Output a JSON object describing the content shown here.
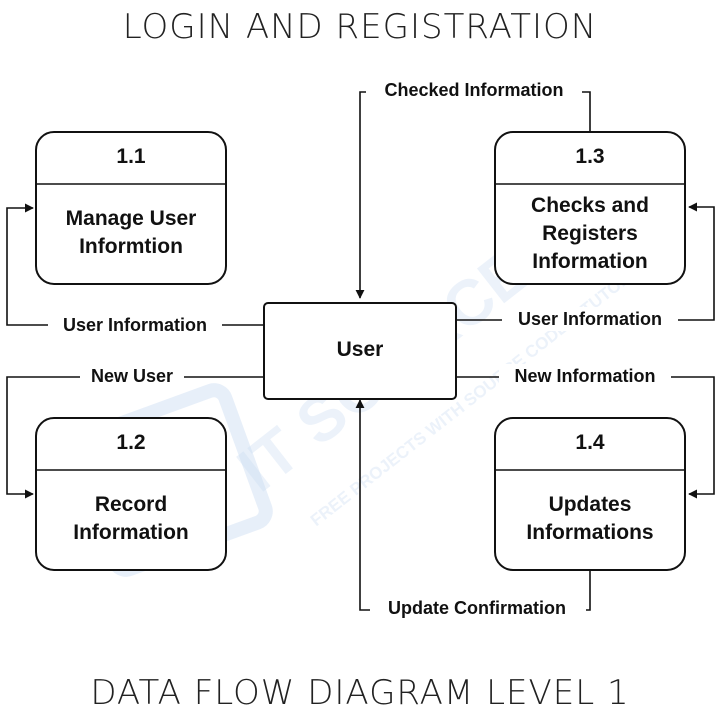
{
  "diagram": {
    "title": "LOGIN AND REGISTRATION",
    "footer": "DATA FLOW DIAGRAM LEVEL 1",
    "entity": {
      "label": "User"
    },
    "processes": [
      {
        "id": "1.1",
        "name_lines": [
          "Manage User",
          "Informtion"
        ]
      },
      {
        "id": "1.2",
        "name_lines": [
          "Record",
          "Information"
        ]
      },
      {
        "id": "1.3",
        "name_lines": [
          "Checks and",
          "Registers",
          "Information"
        ]
      },
      {
        "id": "1.4",
        "name_lines": [
          "Updates",
          "Informations"
        ]
      }
    ],
    "flows": {
      "checked_information": "Checked Information",
      "user_information_left": "User Information",
      "user_information_right": "User Information",
      "new_user": "New User",
      "new_information": "New Information",
      "update_confirmation": "Update Confirmation"
    },
    "watermark": {
      "brand": "IT SOURCECODE",
      "tagline": "FREE PROJECTS WITH SOURCE CODE & TUTORIAL"
    }
  }
}
